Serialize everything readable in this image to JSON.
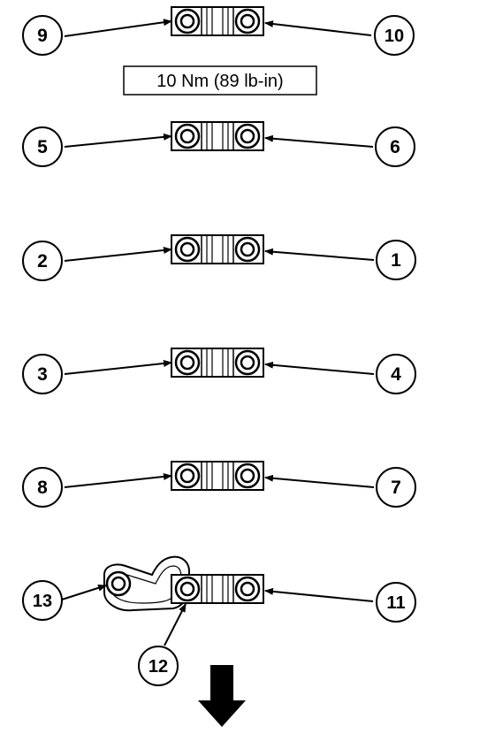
{
  "torque_label": "10 Nm (89 lb-in)",
  "callouts": {
    "c1": "1",
    "c2": "2",
    "c3": "3",
    "c4": "4",
    "c5": "5",
    "c6": "6",
    "c7": "7",
    "c8": "8",
    "c9": "9",
    "c10": "10",
    "c11": "11",
    "c12": "12",
    "c13": "13"
  }
}
